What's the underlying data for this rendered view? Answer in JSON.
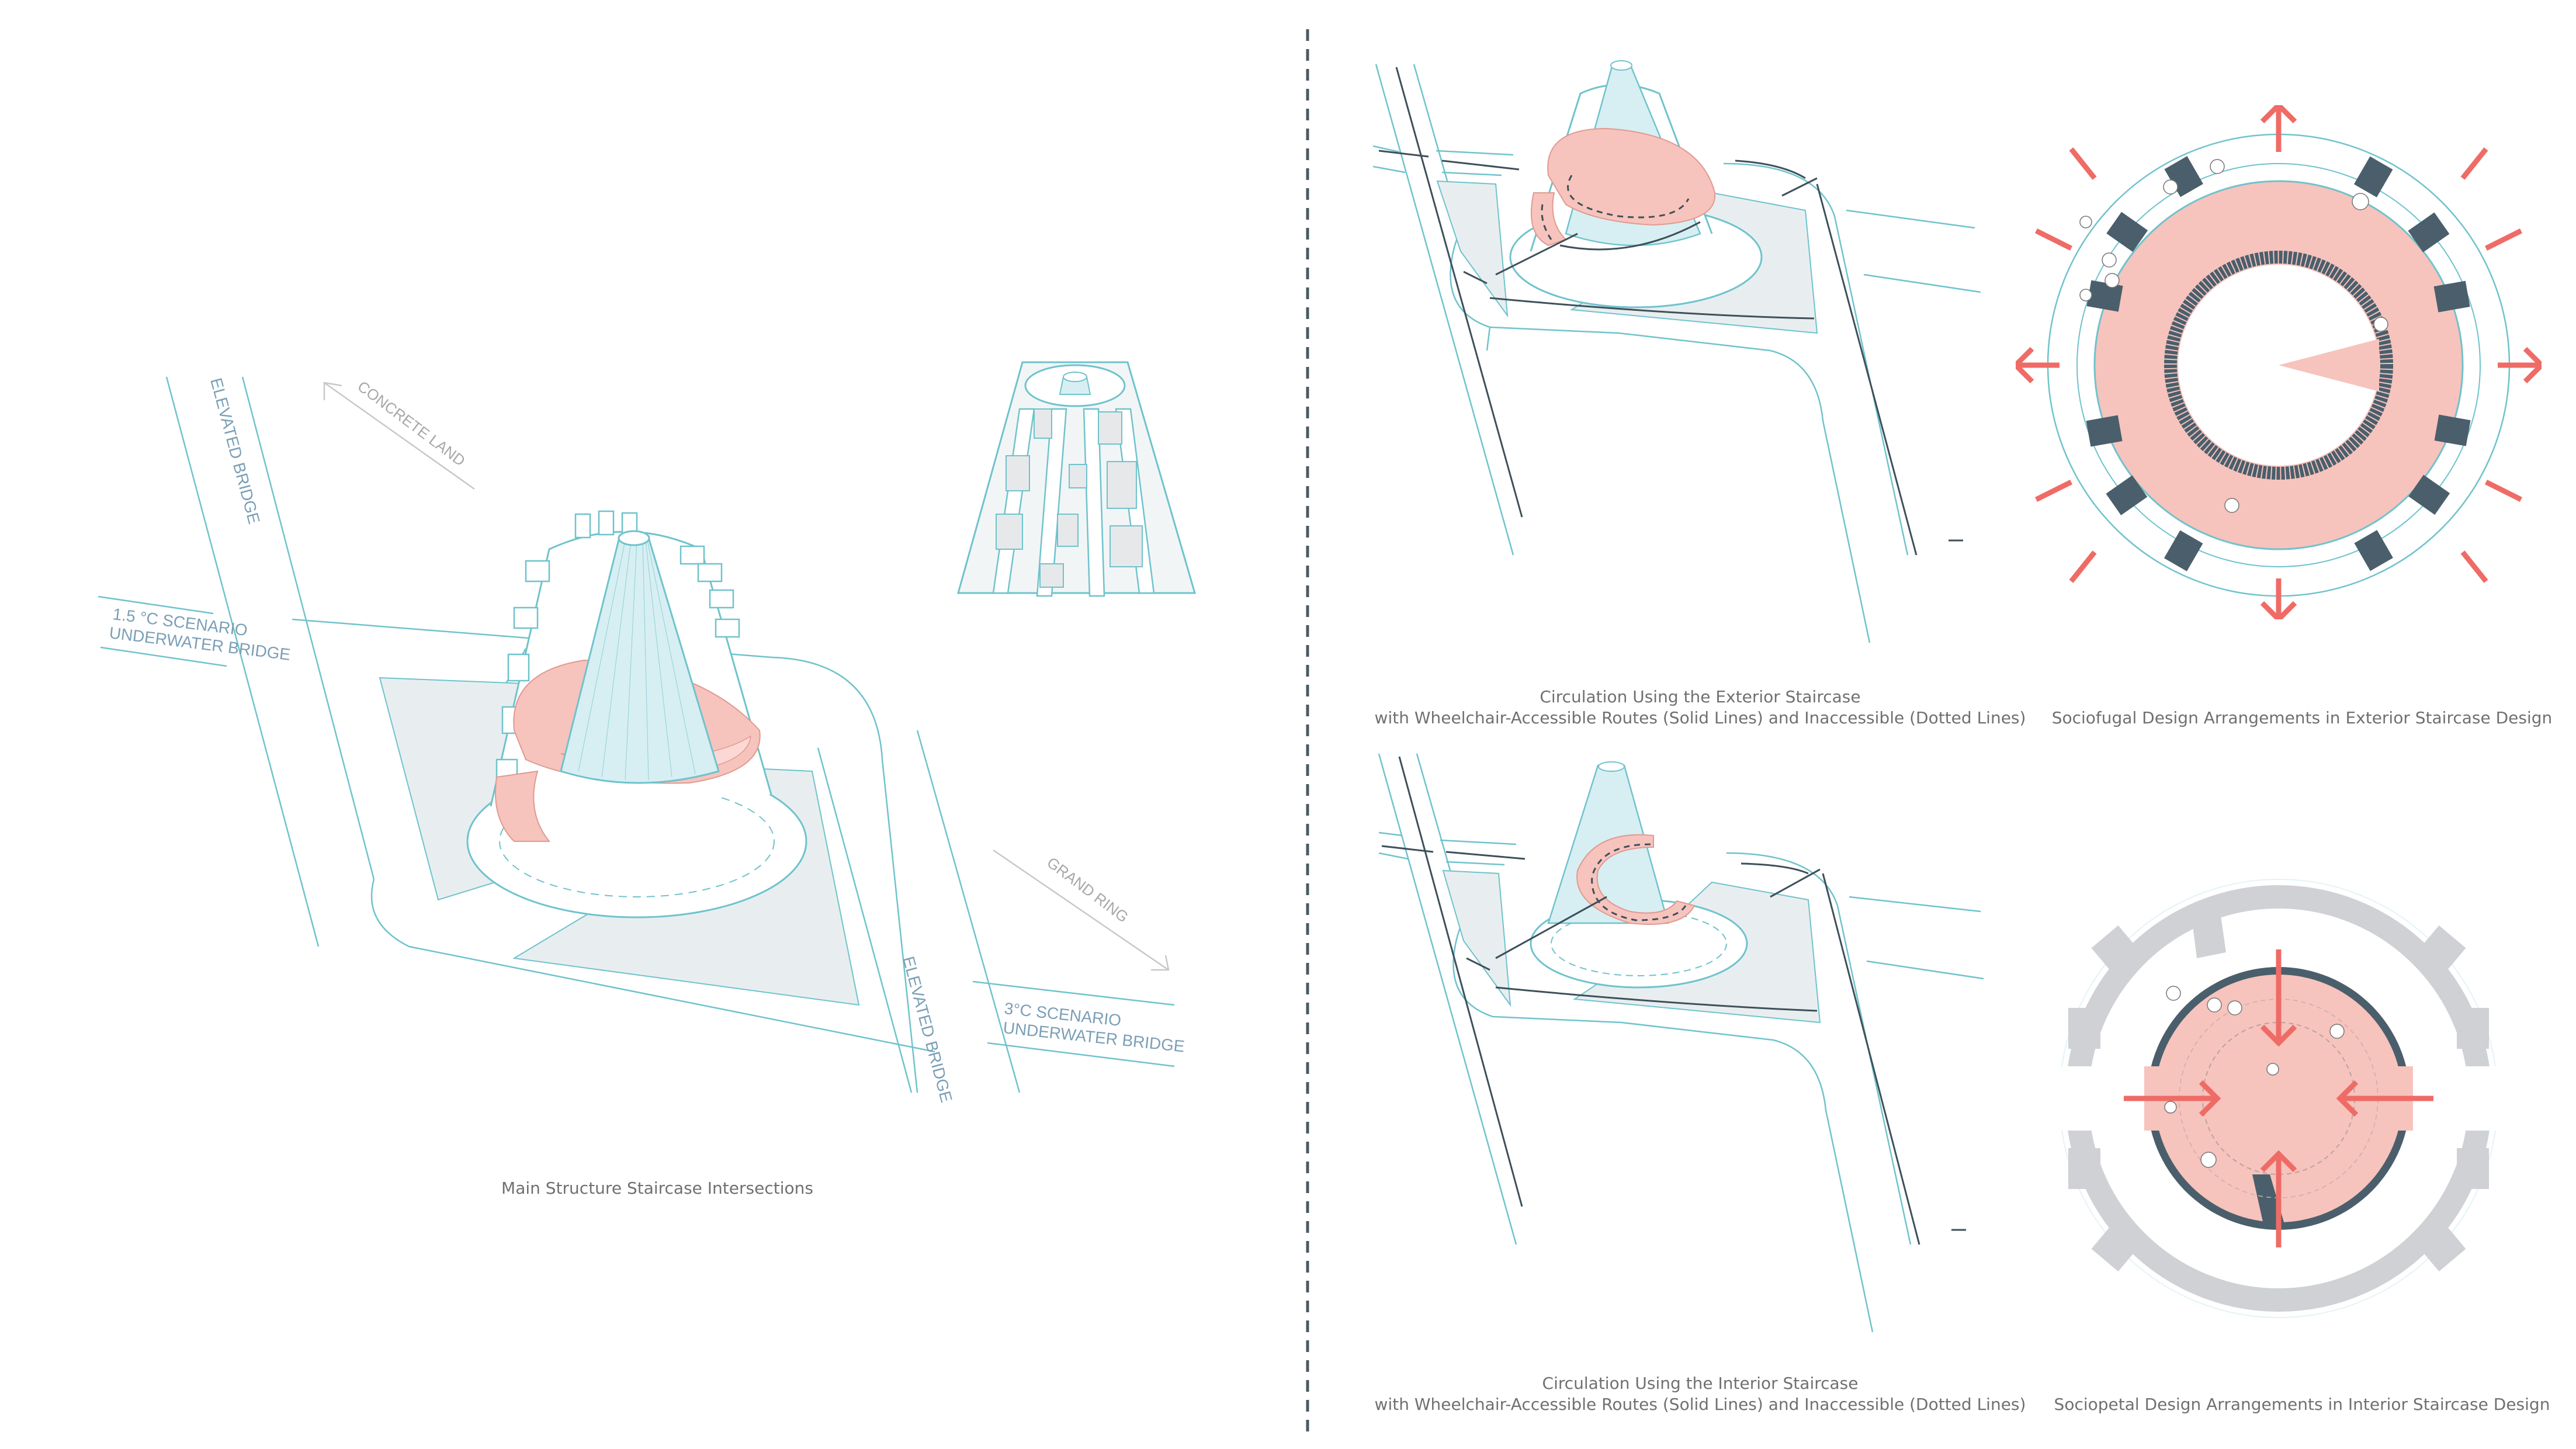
{
  "colors": {
    "line_teal": "#6fc3cc",
    "line_teal_dark": "#5aaab5",
    "ground_gray": "#e8eef0",
    "stair_pink": "#f7c3bd",
    "arrow_red": "#ef6b66",
    "dark_slate": "#4a5f6b",
    "light_gray_wall": "#cfd1d4",
    "label_blue": "#7b9fb6",
    "label_gray": "#a8a8a8",
    "caption_gray": "#707070",
    "divider": "#4a5a60"
  },
  "left_panel": {
    "labels": {
      "elevated_bridge_top": "ELEVATED BRIDGE",
      "concrete_land": "CONCRETE LAND",
      "scenario_15_line1": "1.5 °C SCENARIO",
      "scenario_15_line2": "UNDERWATER BRIDGE",
      "grand_ring": "GRAND RING",
      "elevated_bridge_bottom": "ELEVATED BRIDGE",
      "scenario_3_line1": "3°C SCENARIO",
      "scenario_3_line2": "UNDERWATER BRIDGE"
    },
    "caption": "Main Structure Staircase Intersections"
  },
  "right_panels": {
    "top_left": {
      "caption_line1": "Circulation Using the Exterior Staircase",
      "caption_line2": "with Wheelchair-Accessible Routes (Solid Lines) and Inaccessible (Dotted Lines)"
    },
    "top_right": {
      "caption": "Sociofugal Design Arrangements in Exterior Staircase Design"
    },
    "bottom_left": {
      "caption_line1": "Circulation Using the Interior Staircase",
      "caption_line2": "with Wheelchair-Accessible Routes (Solid Lines) and Inaccessible (Dotted Lines)"
    },
    "bottom_right": {
      "caption": "Sociopetal Design Arrangements in Interior Staircase Design"
    }
  },
  "legend": {
    "solid_lines": "Wheelchair-Accessible Routes",
    "dotted_lines": "Inaccessible"
  }
}
